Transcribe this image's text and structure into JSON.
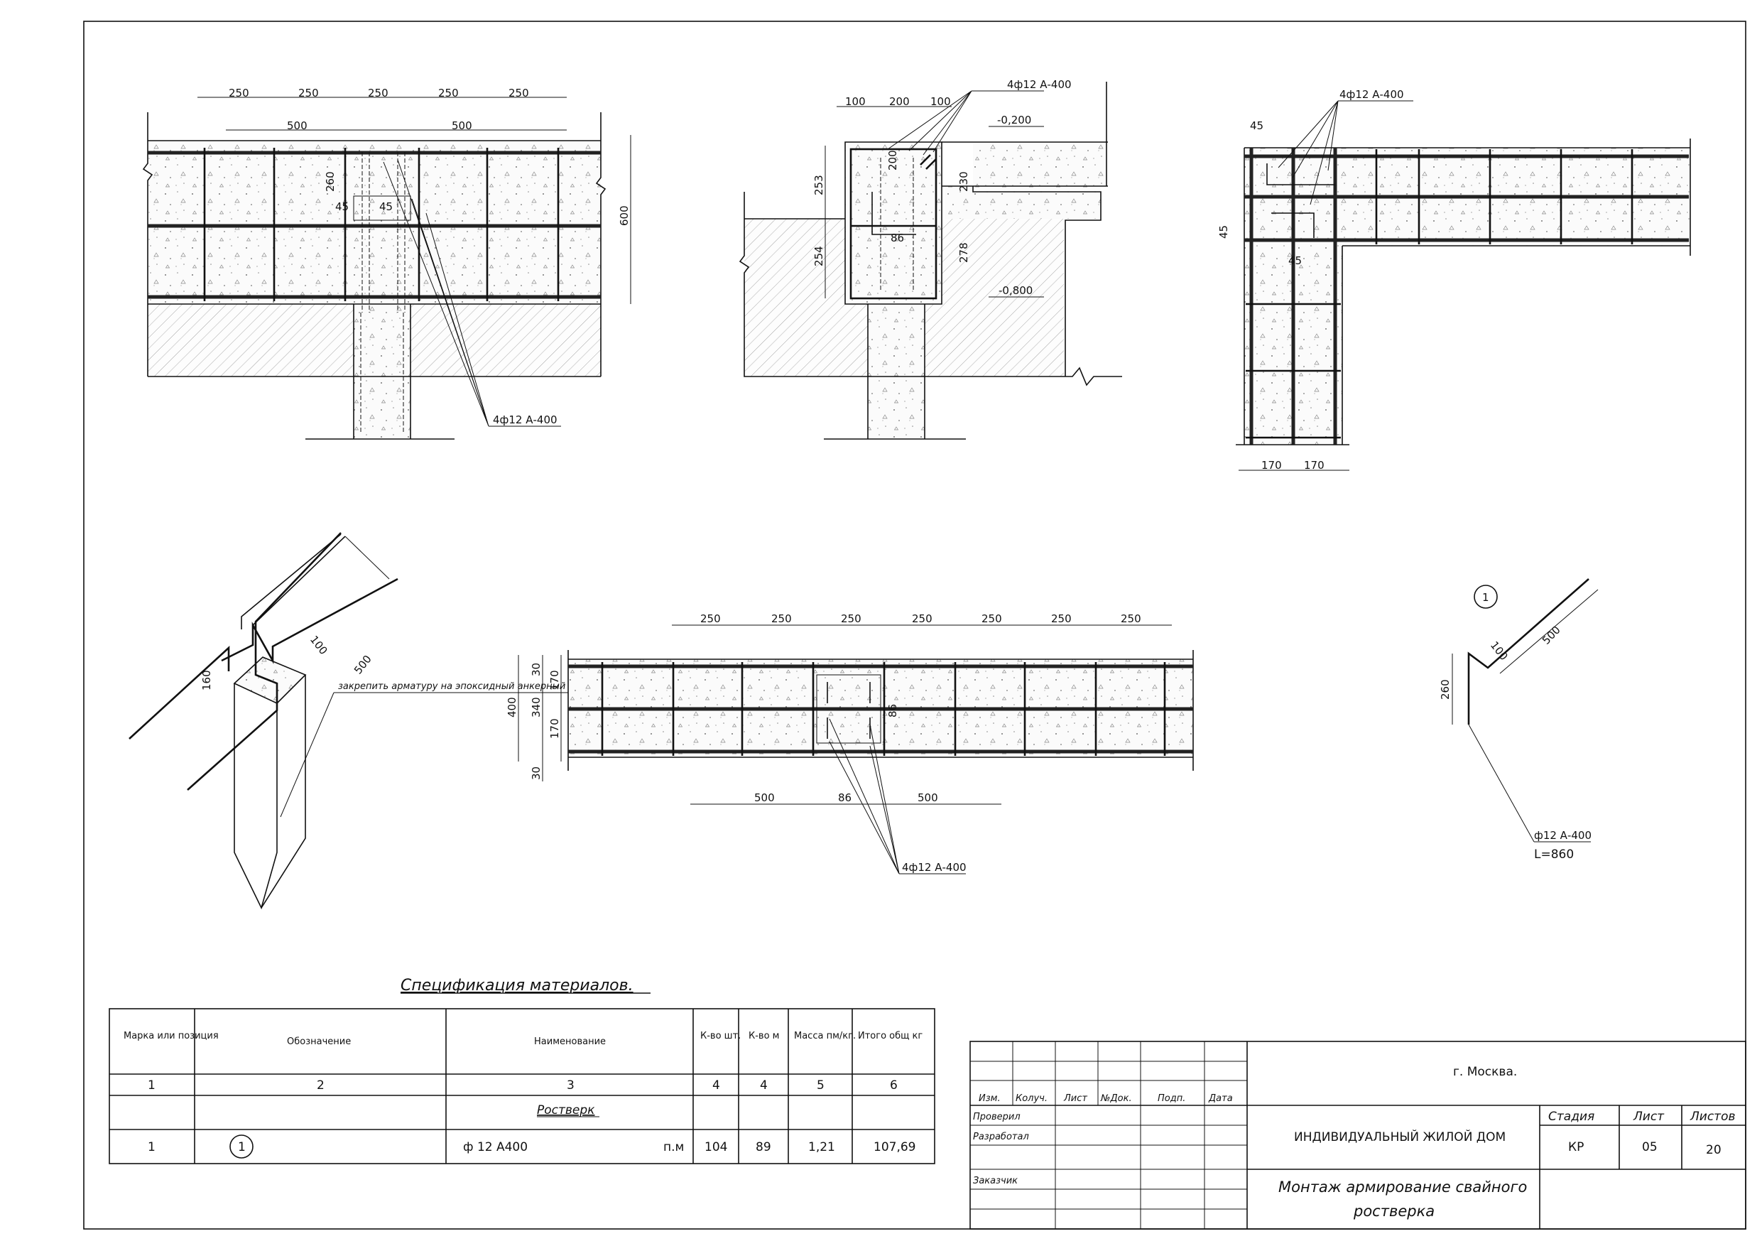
{
  "drawing": {
    "view_top_left": {
      "dims_top": [
        "250",
        "250",
        "250",
        "250",
        "250"
      ],
      "dims_second": [
        "500",
        "500"
      ],
      "dim_height": "600",
      "dim_260": "260",
      "dim_45a": "45",
      "dim_45b": "45",
      "callout": "4ф12 А-400"
    },
    "view_section": {
      "dims_top": [
        "100",
        "200",
        "100"
      ],
      "callout": "4ф12 А-400",
      "level_top": "-0,200",
      "level_bottom": "-0,800",
      "dim_253": "253",
      "dim_254": "254",
      "dim_200": "200",
      "dim_230": "230",
      "dim_278": "278",
      "dim_86": "86"
    },
    "view_corner": {
      "callout": "4ф12 А-400",
      "dim_45_top": "45",
      "dim_45_left": "45",
      "dim_45_inner": "45",
      "dims_bottom": [
        "170",
        "170"
      ]
    },
    "view_iso": {
      "dim_160": "160",
      "dim_100": "100",
      "dim_500": "500",
      "note": "закрепить арматуру на эпоксидный анкерный клей"
    },
    "view_plan": {
      "dims_top": [
        "250",
        "250",
        "250",
        "250",
        "250",
        "250",
        "250"
      ],
      "dims_left": [
        "400",
        "340",
        "30",
        "170",
        "170",
        "30"
      ],
      "dims_bottom": [
        "500",
        "86",
        "500"
      ],
      "dim_86": "86",
      "callout": "4ф12 А-400"
    },
    "view_bar": {
      "position": "1",
      "dim_260": "260",
      "dim_100": "100",
      "dim_500": "500",
      "label": "ф12 А-400",
      "length": "L=860"
    }
  },
  "spec": {
    "title": "Спецификация материалов.",
    "headers": [
      "Марка или позиция",
      "Обозначение",
      "Наименование",
      "К-во шт.",
      "К-во м",
      "Масса пм/кг.",
      "Итого общ кг"
    ],
    "numbers": [
      "1",
      "2",
      "3",
      "4",
      "4",
      "5",
      "6"
    ],
    "section": "Ростверк",
    "row": {
      "mark": "1",
      "designation": "1",
      "name": "ф 12 А400",
      "unit": "п.м",
      "qty_pcs": "104",
      "qty_m": "89",
      "mass": "1,21",
      "total": "107,69"
    }
  },
  "stamp": {
    "city": "г. Москва.",
    "headers": [
      "Изм.",
      "Колуч.",
      "Лист",
      "№Док.",
      "Подп.",
      "Дата"
    ],
    "roles": [
      "Проверил",
      "Разработал",
      "",
      "Заказчик"
    ],
    "project": "ИНДИВИДУАЛЬНЫЙ ЖИЛОЙ ДОМ",
    "title_line1": "Монтаж армирование свайного",
    "title_line2": "ростверка",
    "stage_label": "Стадия",
    "sheet_label": "Лист",
    "sheets_label": "Листов",
    "stage": "КР",
    "sheet": "05",
    "sheets": "20"
  }
}
